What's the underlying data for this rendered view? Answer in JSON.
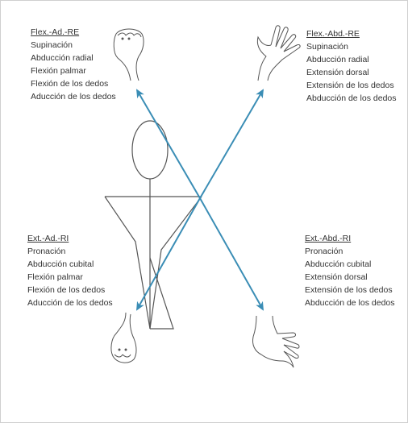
{
  "diagram": {
    "colors": {
      "arrow": "#3a8db5",
      "line": "#555555",
      "text": "#333333"
    },
    "top_left": {
      "title": "Flex.-Ad.-RE",
      "items": [
        "Supinación",
        "Abducción radial",
        "Flexión palmar",
        "Flexión de los dedos",
        "Aducción de los dedos"
      ]
    },
    "top_right": {
      "title": "Flex.-Abd.-RE",
      "items": [
        "Supinación",
        "Abducción radial",
        "Extensión dorsal",
        "Extensión de los dedos",
        "Abducción de los dedos"
      ]
    },
    "bottom_left": {
      "title": "Ext.-Ad.-RI",
      "items": [
        "Pronación",
        "Abducción cubital",
        "Flexión palmar",
        "Flexión de los dedos",
        "Aducción de los dedos"
      ]
    },
    "bottom_right": {
      "title": "Ext.-Abd.-RI",
      "items": [
        "Pronación",
        "Abducción cubital",
        "Extensión dorsal",
        "Extensión de los dedos",
        "Abducción de los dedos"
      ]
    }
  }
}
